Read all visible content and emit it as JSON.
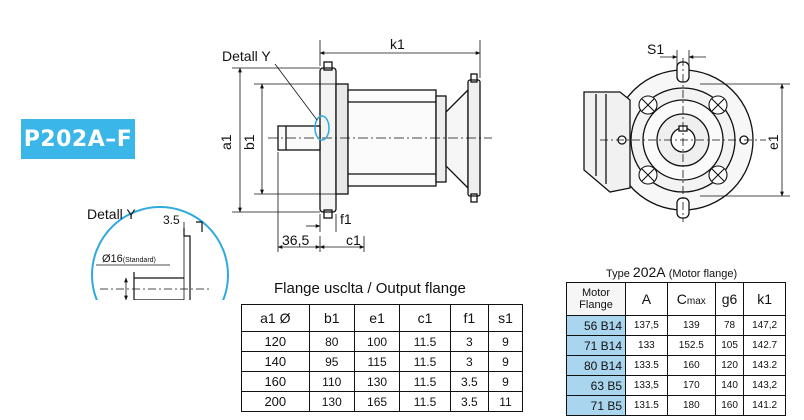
{
  "model_label": "P202A–F",
  "drawing_labels": {
    "detail_y_top": "Detall Y",
    "k1": "k1",
    "a1": "a1",
    "b1": "b1",
    "f1": "f1",
    "dim_36_5": "36,5",
    "c1": "c1",
    "s1": "S1",
    "e1": "e1"
  },
  "detail_view": {
    "title": "Detall Y",
    "dim_3_5": "3.5",
    "shaft_dia": "Ø16",
    "shaft_note": "(Standard)"
  },
  "output_flange": {
    "caption": "Flange usclta / Output flange",
    "headers": [
      "a1 Ø",
      "b1",
      "e1",
      "c1",
      "f1",
      "s1"
    ],
    "rows": [
      [
        "120",
        "80",
        "100",
        "11.5",
        "3",
        "9"
      ],
      [
        "140",
        "95",
        "115",
        "11.5",
        "3",
        "9"
      ],
      [
        "160",
        "110",
        "130",
        "11.5",
        "3.5",
        "9"
      ],
      [
        "200",
        "130",
        "165",
        "11.5",
        "3.5",
        "11"
      ]
    ]
  },
  "motor_flange": {
    "title_prefix": "Type",
    "title_model": "202A",
    "title_suffix": "(Motor flange)",
    "header_motor": "Motor",
    "header_flange": "Flange",
    "header_A": "A",
    "header_C": "C",
    "header_C_sub": "max",
    "header_g6": "g6",
    "header_k1": "k1",
    "rows": [
      [
        "56 B14",
        "137,5",
        "139",
        "78",
        "147,2"
      ],
      [
        "71 B14",
        "133",
        "152.5",
        "105",
        "142.7"
      ],
      [
        "80 B14",
        "133.5",
        "160",
        "120",
        "143.2"
      ],
      [
        "63 B5",
        "133,5",
        "170",
        "140",
        "143,2"
      ],
      [
        "71 B5",
        "131.5",
        "180",
        "160",
        "141.2"
      ]
    ]
  }
}
